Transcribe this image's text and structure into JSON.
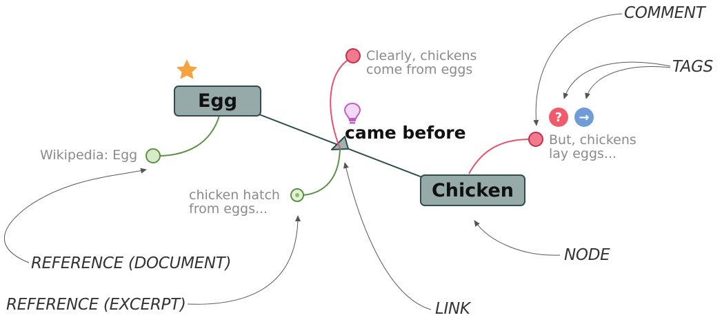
{
  "nodes": {
    "egg": "Egg",
    "chicken": "Chicken"
  },
  "link": {
    "label": "came before"
  },
  "comments": {
    "top_line1": "Clearly, chickens",
    "top_line2": "come from eggs",
    "right_line1": "But, chickens",
    "right_line2": "lay eggs..."
  },
  "references": {
    "document": "Wikipedia: Egg",
    "excerpt_line1": "chicken hatch",
    "excerpt_line2": "from eggs..."
  },
  "annotations": {
    "comment": "COMMENT",
    "tags": "TAGS",
    "reference_document": "REFERENCE (DOCUMENT)",
    "reference_excerpt": "REFERENCE (EXCERPT)",
    "link": "LINK",
    "node": "NODE"
  },
  "tags": {
    "question": "?",
    "arrow": "→"
  },
  "colors": {
    "node_fill": "#96aba9",
    "node_border": "#2e4c4c",
    "comment": "#e8506a",
    "reference": "#5a8f44",
    "tag_question": "#f05a6a",
    "tag_arrow": "#6f9bd8",
    "star": "#f5a240",
    "bulb": "#c15bc9"
  }
}
